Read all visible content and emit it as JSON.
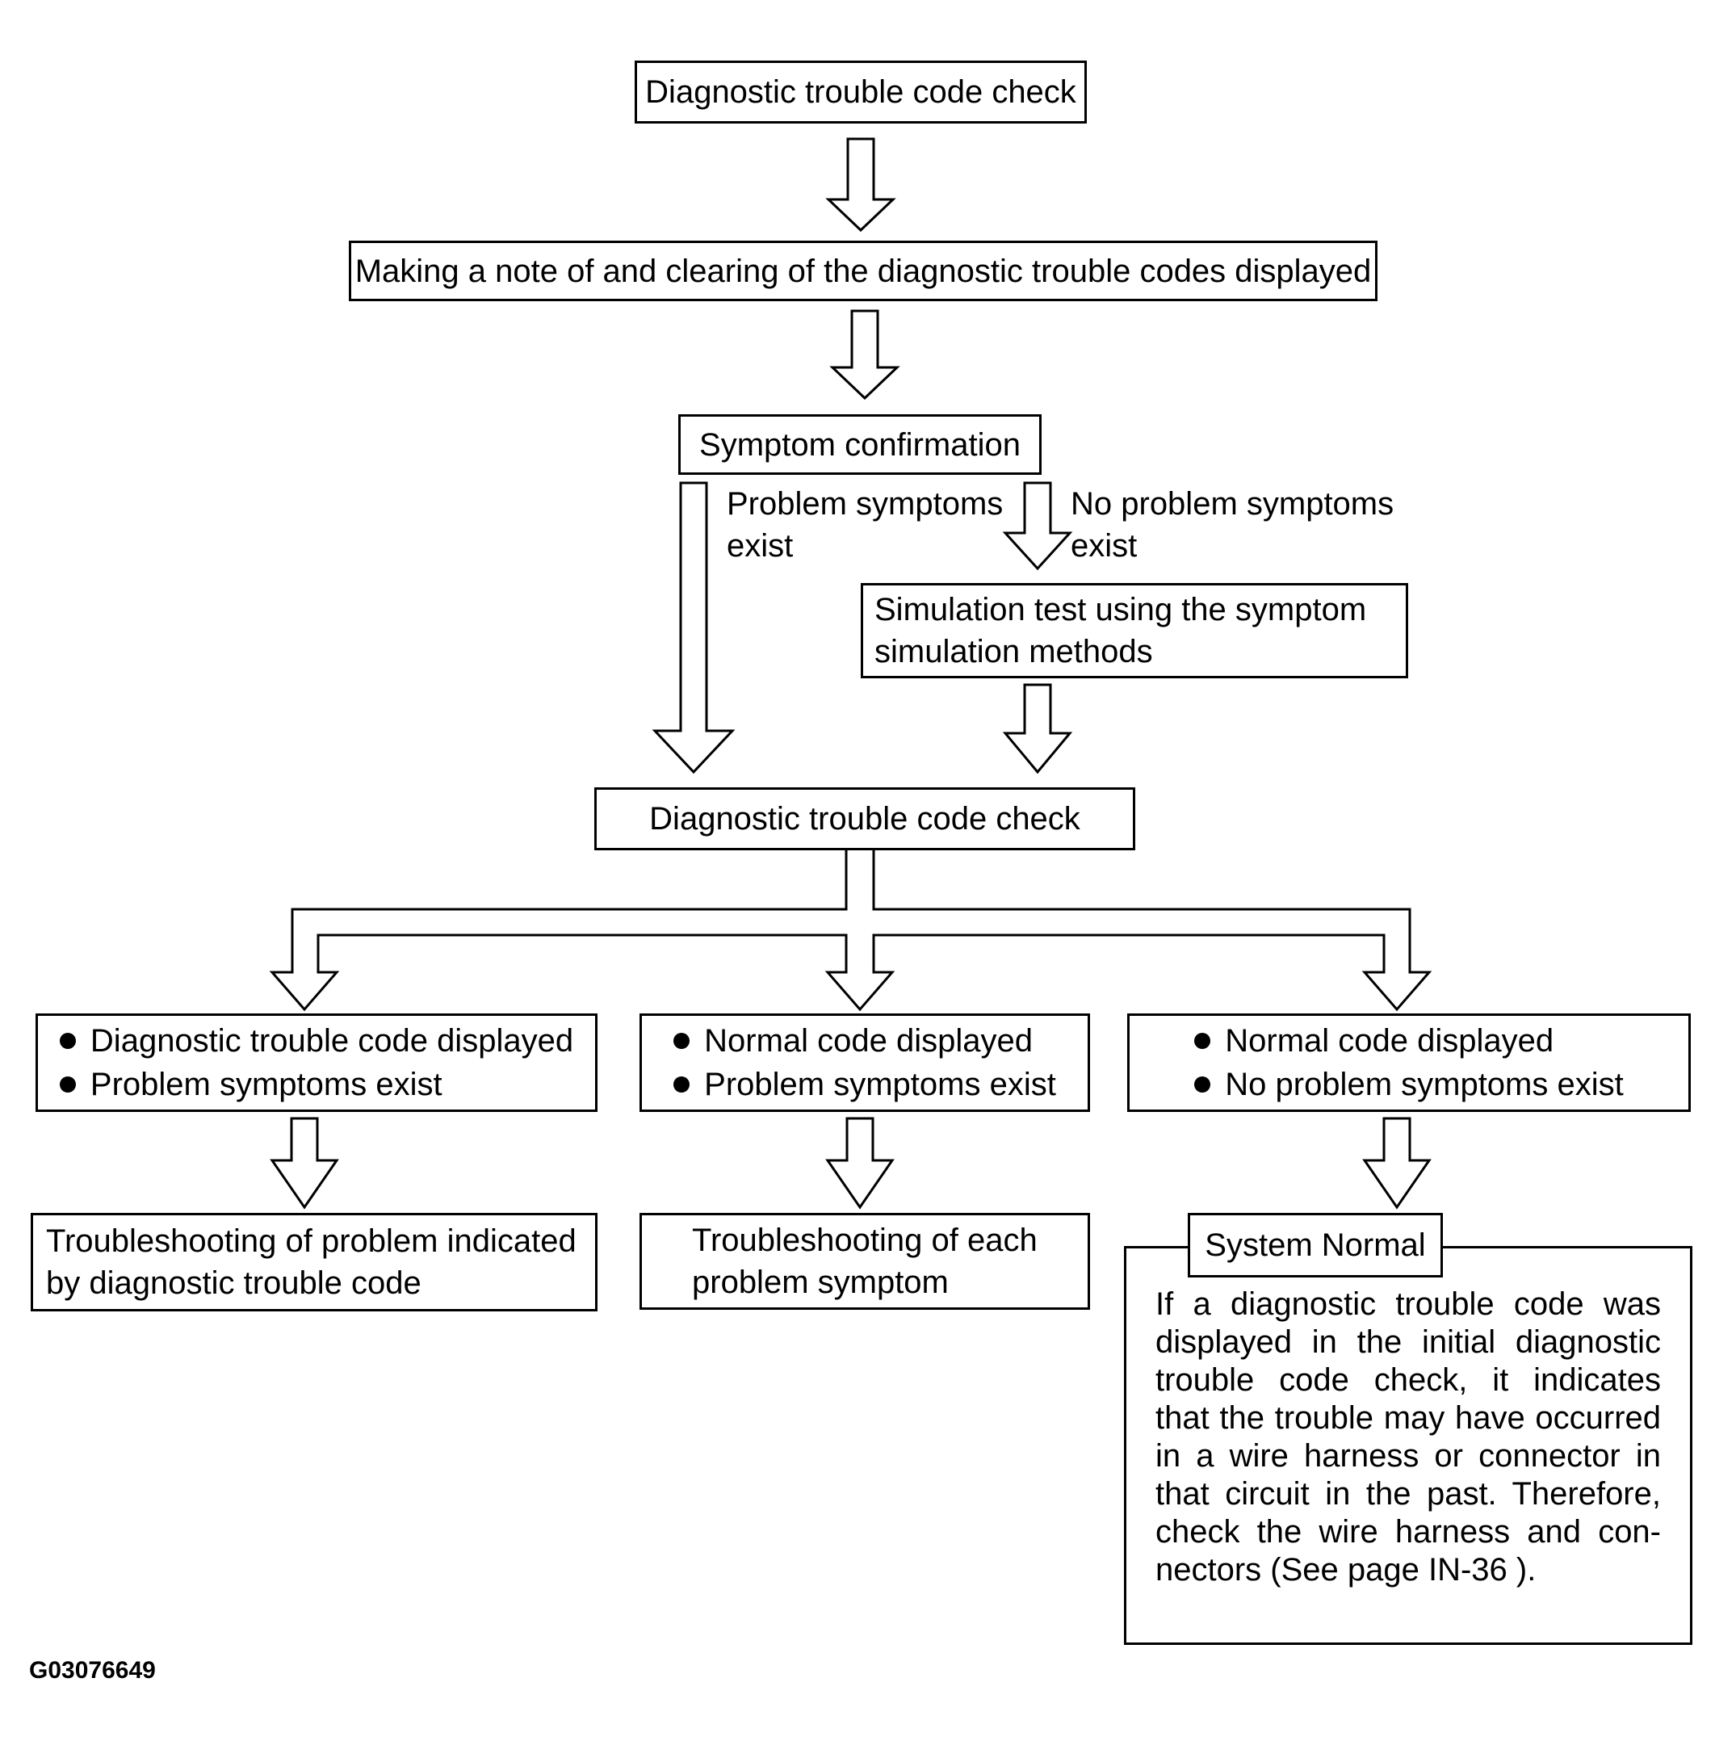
{
  "figure_id": "G03076649",
  "colors": {
    "ink": "#000000",
    "background": "#ffffff"
  },
  "flow": {
    "box1": "Diagnostic trouble code check",
    "box2": "Making a note of and clearing of the diagnostic trouble codes displayed",
    "box3": "Symptom confirmation",
    "branch_left_label": "Problem symptoms\nexist",
    "branch_right_label": "No problem symptoms\nexist",
    "box4_line1": "Simulation test using the symptom",
    "box4_line2": "simulation methods",
    "box5": "Diagnostic trouble code check",
    "outcome_left": [
      "Diagnostic trouble code displayed",
      "Problem symptoms exist"
    ],
    "outcome_mid": [
      "Normal code displayed",
      "Problem symptoms exist"
    ],
    "outcome_right": [
      "Normal code displayed",
      "No problem symptoms exist"
    ],
    "result_left_line1": "Troubleshooting of problem indicated",
    "result_left_line2": "by diagnostic trouble code",
    "result_mid_line1": "Troubleshooting of each",
    "result_mid_line2": "problem symptom",
    "system_normal_title": "System Normal",
    "system_normal_lines": [
      "If a diagnostic trouble code was",
      "displayed in the initial diagnostic",
      "trouble code check, it indicates",
      "that the trouble may have occurred",
      "in a wire harness or connector in",
      "that circuit in the past. Therefore,",
      "check the wire harness and con-",
      "nectors (See page IN-36 )."
    ]
  }
}
